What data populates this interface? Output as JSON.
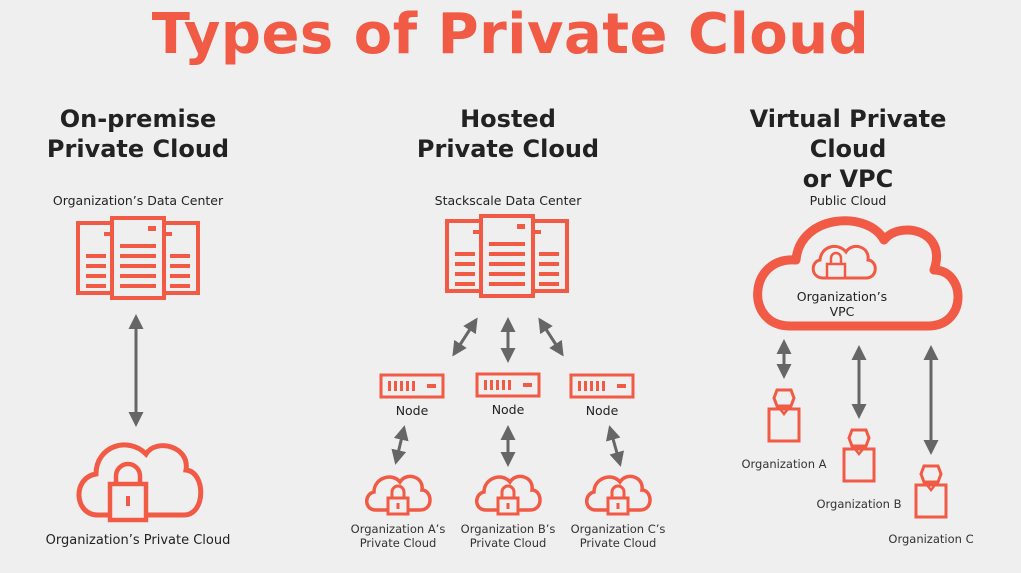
{
  "title": "Types of Private Cloud",
  "colors": {
    "accent": "#f15a45",
    "arrow": "#666666",
    "background": "#efefef"
  },
  "columns": [
    {
      "heading": [
        "On-premise",
        "Private Cloud"
      ],
      "source_label": "Organization’s Data Center",
      "source_icon": "server-rack-icon",
      "target_label": "Organization’s Private Cloud",
      "target_icon": "cloud-lock-icon"
    },
    {
      "heading": [
        "Hosted",
        "Private Cloud"
      ],
      "source_label": "Stackscale Data Center",
      "source_icon": "server-rack-icon",
      "nodes": [
        "Node",
        "Node",
        "Node"
      ],
      "clouds": [
        [
          "Organization A’s",
          "Private Cloud"
        ],
        [
          "Organization B’s",
          "Private Cloud"
        ],
        [
          "Organization C’s",
          "Private Cloud"
        ]
      ]
    },
    {
      "heading": [
        "Virtual Private Cloud",
        "or VPC"
      ],
      "source_label": "Public Cloud",
      "vpc_label": [
        "Organization’s",
        "VPC"
      ],
      "organizations": [
        "Organization A",
        "Organization B",
        "Organization C"
      ],
      "org_icon": "user-icon"
    }
  ]
}
